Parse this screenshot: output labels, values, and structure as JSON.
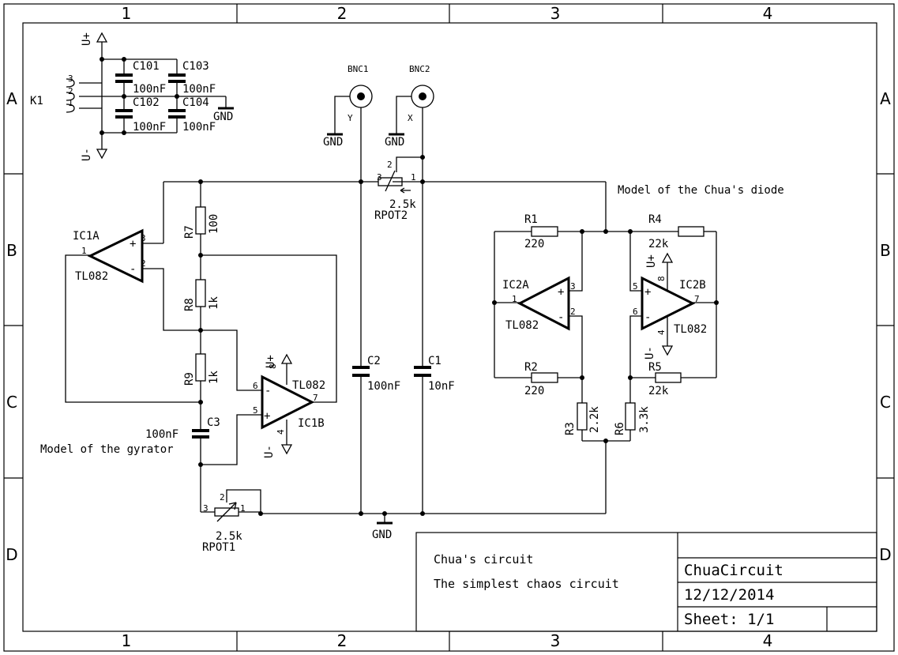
{
  "frame": {
    "columns": [
      "1",
      "2",
      "3",
      "4"
    ],
    "rows": [
      "A",
      "B",
      "C",
      "D"
    ]
  },
  "title_block": {
    "name": "Chua's circuit",
    "description": "The simplest chaos circuit",
    "drawing": "ChuaCircuit",
    "date": "12/12/2014",
    "sheet": "Sheet: 1/1"
  },
  "notes": {
    "chua_diode": "Model of the Chua's diode",
    "gyrator": "Model of the gyrator"
  },
  "supply": {
    "vplus": "U+",
    "vminus": "U-",
    "gnd": "GND",
    "connector": "K1",
    "connector_pins": [
      "3",
      "2",
      "1"
    ]
  },
  "components": {
    "C101": {
      "ref": "C101",
      "val": "100nF"
    },
    "C102": {
      "ref": "C102",
      "val": "100nF"
    },
    "C103": {
      "ref": "C103",
      "val": "100nF"
    },
    "C104": {
      "ref": "C104",
      "val": "100nF"
    },
    "C1": {
      "ref": "C1",
      "val": "10nF"
    },
    "C2": {
      "ref": "C2",
      "val": "100nF"
    },
    "C3": {
      "ref": "C3",
      "val": "100nF"
    },
    "R1": {
      "ref": "R1",
      "val": "220"
    },
    "R2": {
      "ref": "R2",
      "val": "220"
    },
    "R3": {
      "ref": "R3",
      "val": "2.2k"
    },
    "R4": {
      "ref": "R4",
      "val": "22k"
    },
    "R5": {
      "ref": "R5",
      "val": "22k"
    },
    "R6": {
      "ref": "R6",
      "val": "3.3k"
    },
    "R7": {
      "ref": "R7",
      "val": "100"
    },
    "R8": {
      "ref": "R8",
      "val": "1k"
    },
    "R9": {
      "ref": "R9",
      "val": "1k"
    },
    "RPOT1": {
      "ref": "RPOT1",
      "val": "2.5k"
    },
    "RPOT2": {
      "ref": "RPOT2",
      "val": "2.5k"
    },
    "IC1A": {
      "ref": "IC1A",
      "val": "TL082"
    },
    "IC1B": {
      "ref": "IC1B",
      "val": "TL082"
    },
    "IC2A": {
      "ref": "IC2A",
      "val": "TL082"
    },
    "IC2B": {
      "ref": "IC2B",
      "val": "TL082"
    },
    "BNC1": {
      "ref": "BNC1",
      "sig": "Y"
    },
    "BNC2": {
      "ref": "BNC2",
      "sig": "X"
    }
  },
  "pins": {
    "plus": "+",
    "minus": "-",
    "p1": "1",
    "p2": "2",
    "p3": "3",
    "p4": "4",
    "p5": "5",
    "p6": "6",
    "p7": "7",
    "p8": "8"
  }
}
